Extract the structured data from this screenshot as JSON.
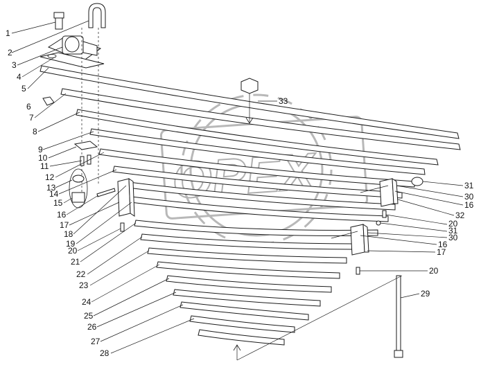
{
  "watermark": {
    "text": "OPEX"
  },
  "labels": {
    "l1": "1",
    "l2": "2",
    "l3": "3",
    "l4": "4",
    "l5": "5",
    "l6": "6",
    "l7": "7",
    "l8": "8",
    "l9": "9",
    "l10": "10",
    "l11": "11",
    "l12": "12",
    "l13": "13",
    "l14": "14",
    "l15": "15",
    "l16a": "16",
    "l17a": "17",
    "l18": "18",
    "l19": "19",
    "l20a": "20",
    "l21": "21",
    "l22": "22",
    "l23": "23",
    "l24": "24",
    "l25": "25",
    "l26": "26",
    "l27": "27",
    "l28": "28",
    "l33": "33",
    "l31a": "31",
    "l30a": "30",
    "l16b": "16",
    "l32": "32",
    "l20b": "20",
    "l31b": "31",
    "l30b": "30",
    "l16c": "16",
    "l17b": "17",
    "l20c": "20",
    "l29": "29"
  },
  "colors": {
    "line": "#1a1a1a",
    "watermark": "#b0b0b0"
  }
}
